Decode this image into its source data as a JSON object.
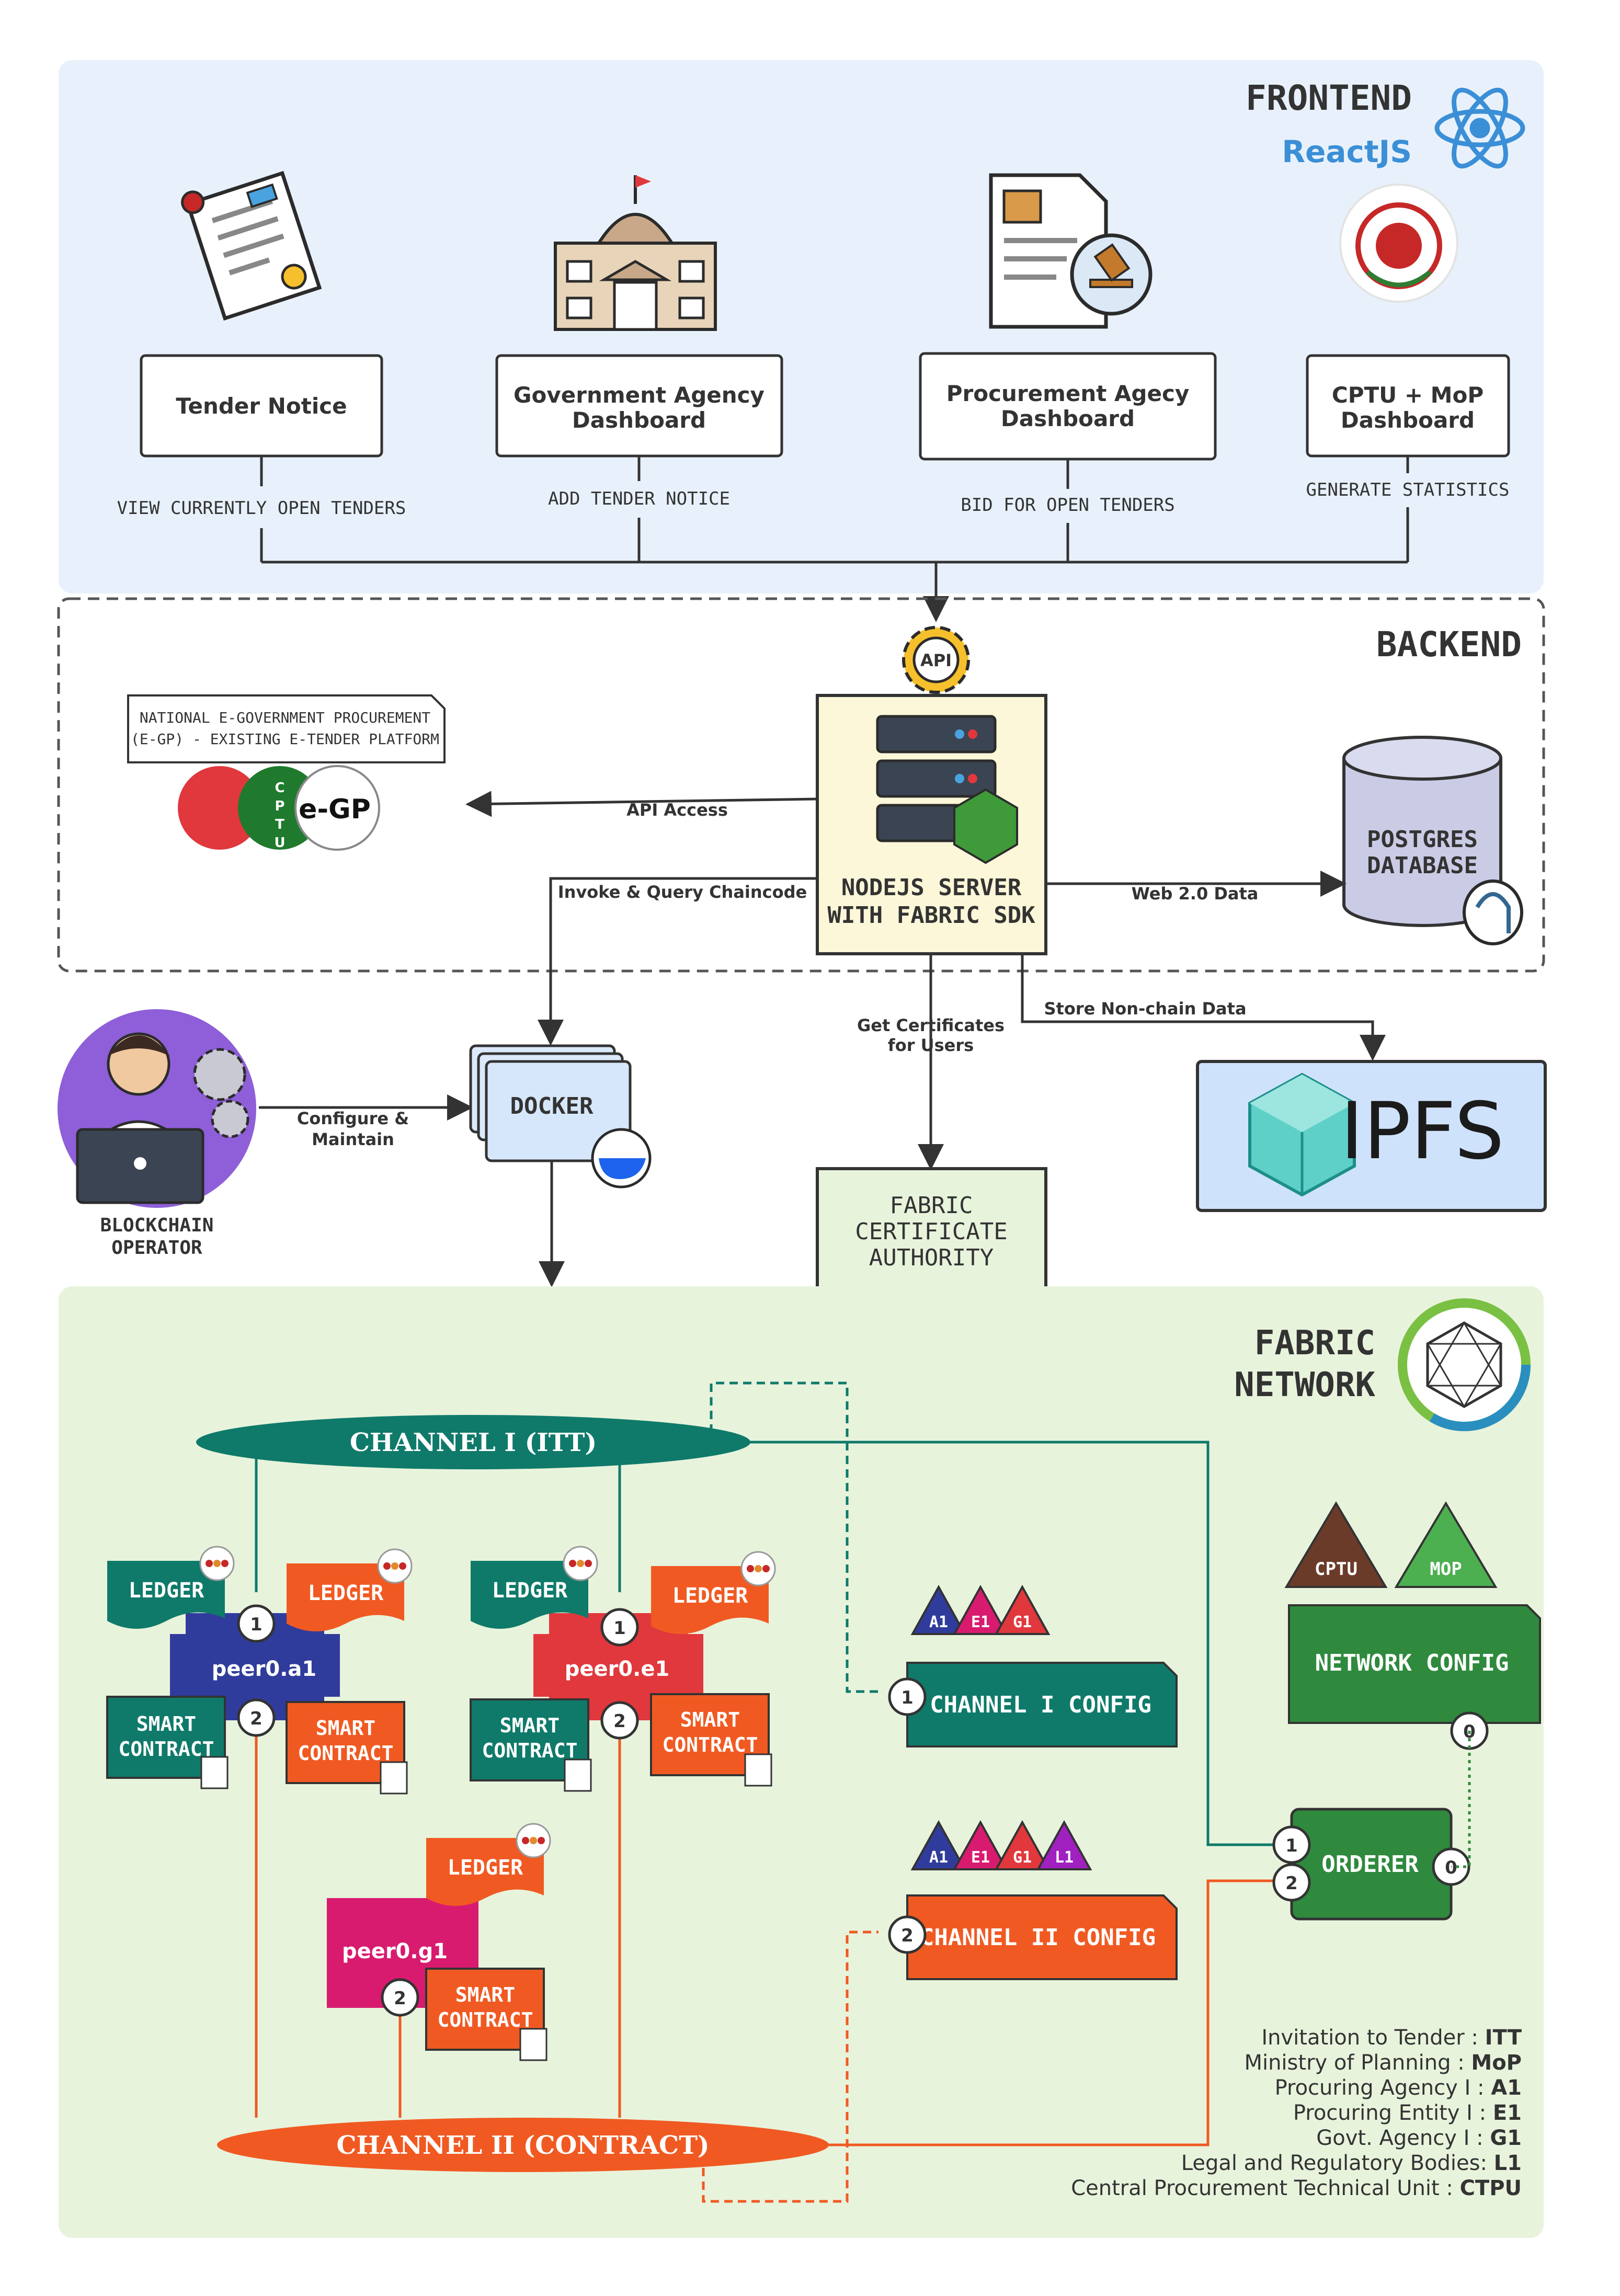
{
  "frontend": {
    "title": "FRONTEND",
    "framework": "ReactJS",
    "dashboards": [
      {
        "label_lines": [
          "Tender Notice"
        ],
        "action": "VIEW CURRENTLY OPEN TENDERS"
      },
      {
        "label_lines": [
          "Government Agency",
          "Dashboard"
        ],
        "action": "ADD TENDER NOTICE"
      },
      {
        "label_lines": [
          "Procurement Agecy",
          "Dashboard"
        ],
        "action": "BID FOR OPEN TENDERS"
      },
      {
        "label_lines": [
          "CPTU + MoP",
          "Dashboard"
        ],
        "action": "GENERATE STATISTICS"
      }
    ]
  },
  "backend": {
    "title": "BACKEND",
    "api_badge": "API",
    "egp_title_lines": [
      "NATIONAL E-GOVERNMENT PROCUREMENT",
      "(E-GP) - EXISTING E-TENDER PLATFORM"
    ],
    "egp_logo_text": "e-GP",
    "cptu_logo_letters": [
      "C",
      "P",
      "T",
      "U"
    ],
    "server_lines": [
      "NODEJS SERVER",
      "WITH FABRIC SDK"
    ],
    "database_lines": [
      "POSTGRES",
      "DATABASE"
    ],
    "edges": {
      "api_access": "API Access",
      "invoke_query": "Invoke & Query Chaincode",
      "web_data": "Web 2.0 Data"
    }
  },
  "middle": {
    "docker": "DOCKER",
    "operator_lines": [
      "BLOCKCHAIN",
      "OPERATOR"
    ],
    "configure_lines": [
      "Configure &",
      "Maintain"
    ],
    "certs_lines": [
      "Get Certificates",
      "for Users"
    ],
    "store_nonchain": "Store Non-chain Data",
    "ipfs": "IPFS",
    "ca_lines": [
      "FABRIC",
      "CERTIFICATE",
      "AUTHORITY"
    ]
  },
  "fabric": {
    "title_lines": [
      "FABRIC",
      "NETWORK"
    ],
    "channel1": "CHANNEL I (ITT)",
    "channel2": "CHANNEL II (CONTRACT)",
    "ledger": "LEDGER",
    "smart_contract_lines": [
      "SMART",
      "CONTRACT"
    ],
    "peers": [
      "peer0.a1",
      "peer0.e1",
      "peer0.g1"
    ],
    "channel1_config": "CHANNEL I CONFIG",
    "channel2_config": "CHANNEL II CONFIG",
    "channel1_orgs": [
      "A1",
      "E1",
      "G1"
    ],
    "channel2_orgs": [
      "A1",
      "E1",
      "G1",
      "L1"
    ],
    "network_orgs": [
      "CPTU",
      "MOP"
    ],
    "network_config": "NETWORK CONFIG",
    "orderer": "ORDERER",
    "badge_labels": [
      "0",
      "1",
      "2"
    ]
  },
  "legend": [
    {
      "label": "Invitation to Tender : ",
      "abbr": "ITT"
    },
    {
      "label": "Ministry of Planning : ",
      "abbr": "MoP"
    },
    {
      "label": "Procuring Agency I : ",
      "abbr": "A1"
    },
    {
      "label": "Procuring Entity I : ",
      "abbr": "E1"
    },
    {
      "label": "Govt. Agency I : ",
      "abbr": "G1"
    },
    {
      "label": "Legal and Regulatory Bodies: ",
      "abbr": "L1"
    },
    {
      "label": "Central Procurement Technical Unit : ",
      "abbr": "CTPU"
    }
  ],
  "colors": {
    "frontend_bg": "#e8f1fb",
    "fabric_bg": "#e8f3dc",
    "teal": "#0f7a6a",
    "orange": "#f05a22",
    "navy": "#303c9c",
    "red": "#e0383c",
    "magenta": "#d81b6f",
    "green": "#2f8a3e",
    "brown": "#6b3b2a",
    "mop_green": "#4caf50",
    "ipfs_bg": "#cfe2fb"
  }
}
